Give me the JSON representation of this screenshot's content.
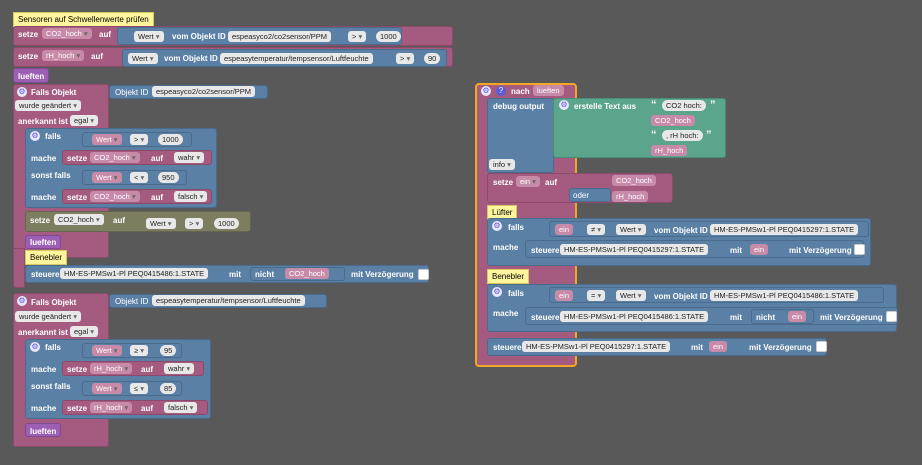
{
  "comments": {
    "c1": "Sensoren auf Schwellenwerte prüfen",
    "c2": "Benebler",
    "c3": "Lüfter",
    "c4": "Benebler"
  },
  "kw": {
    "setze": "setze",
    "auf": "auf",
    "vom_objekt": "vom Objekt ID",
    "lueften": "lueften",
    "falls_objekt": "Falls Objekt",
    "objekt_id": "Objekt ID",
    "wurde_geaendert": "wurde geändert",
    "anerkannt_ist": "anerkannt ist",
    "egal": "egal",
    "falls": "falls",
    "mache": "mache",
    "sonst_falls": "sonst falls",
    "steuere": "steuere",
    "mit": "mit",
    "nicht": "nicht",
    "mit_verzoegerung": "mit Verzögerung",
    "nach": "nach",
    "debug_output": "debug output",
    "erstelle_text": "erstelle Text aus",
    "info": "info",
    "oder": "oder",
    "wert": "Wert",
    "ein": "ein",
    "quote_open": "“",
    "quote_close": "”"
  },
  "vars": {
    "co2": "CO2_hoch",
    "rh": "rH_hoch",
    "wahr": "wahr",
    "falsch": "falsch"
  },
  "ops": {
    "gt": ">",
    "lt": "<",
    "ge": "≥",
    "le": "≤",
    "ne": "≠",
    "eq": "="
  },
  "values": {
    "v1000": "1000",
    "v950": "950",
    "v90": "90",
    "v95": "95",
    "v85": "85"
  },
  "objects": {
    "co2sensor": "espeasyco2/co2sensor/PPM",
    "tempsensor_lf": "espeasytemperatur/tempsensor/Luftfeuchte",
    "co2sensor_short": "espeasyco2/co2sensor/PPM",
    "tempsensor_short": "espeasytemperatur/tempsensor/Luftfeuchte",
    "pms_486": "HM-ES-PMSw1-Pl PEQ0415486:1.STATE",
    "pms_297": "HM-ES-PMSw1-Pl PEQ0415297:1.STATE"
  },
  "texts": {
    "co2_label": "CO2 hoch:",
    "rh_label": ", rH hoch:"
  }
}
